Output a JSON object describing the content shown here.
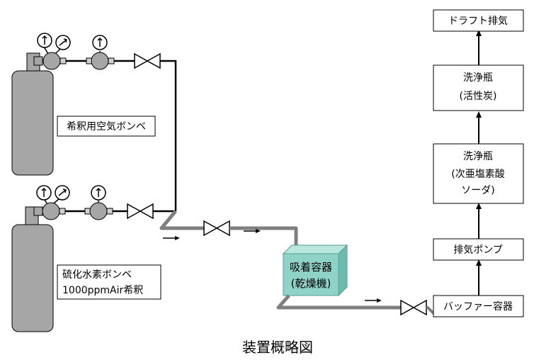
{
  "diagram": {
    "caption": "装置概略図",
    "cylinder_air_label": "希釈用空気ボンベ",
    "cylinder_h2s_label_line1": "硫化水素ボンベ",
    "cylinder_h2s_label_line2": "1000ppmAir希釈",
    "adsorption_vessel_line1": "吸着容器",
    "adsorption_vessel_line2": "(乾燥機)",
    "buffer_vessel": "バッファー容器",
    "exhaust_pump": "排気ポンプ",
    "scrubber_1_line1": "洗浄瓶",
    "scrubber_1_line2": "(次亜塩素酸",
    "scrubber_1_line3": "ソーダ)",
    "scrubber_2_line1": "洗浄瓶",
    "scrubber_2_line2": "(活性炭)",
    "draft_exhaust": "ドラフト排気",
    "colors": {
      "cylinder": "#a6a6a6",
      "heavy_pipe": "#7f7f7f",
      "adsorber_front": "#8fd3c8",
      "adsorber_top": "#b9e6dd",
      "adsorber_side": "#6bbcaf"
    }
  }
}
